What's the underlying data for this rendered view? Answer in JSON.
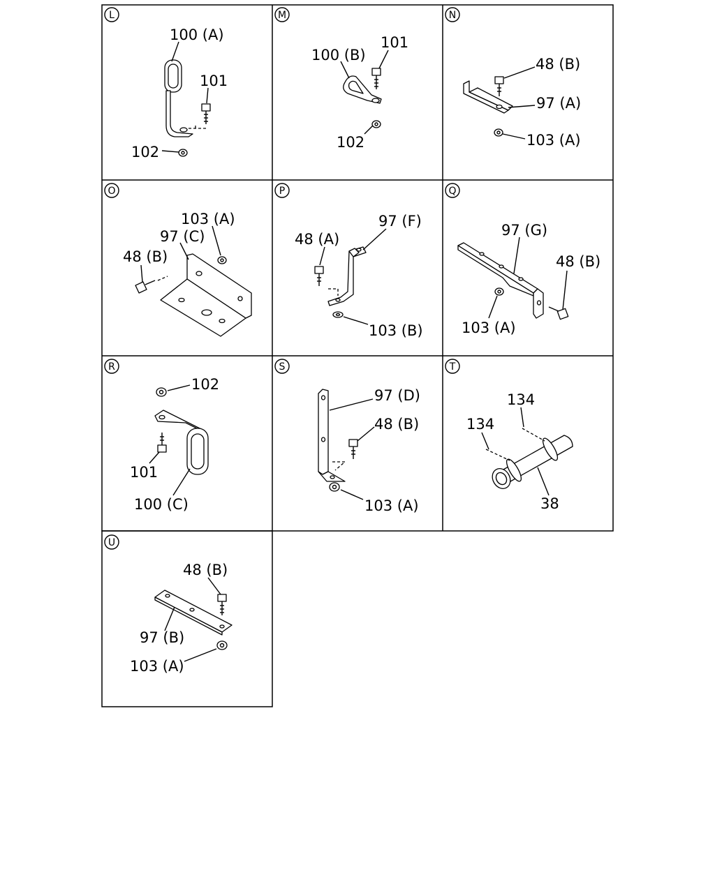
{
  "panels": [
    {
      "letter": "L",
      "labels": [
        "100 (A)",
        "101",
        "102"
      ]
    },
    {
      "letter": "M",
      "labels": [
        "100 (B)",
        "101",
        "102"
      ]
    },
    {
      "letter": "N",
      "labels": [
        "48 (B)",
        "97 (A)",
        "103 (A)"
      ]
    },
    {
      "letter": "O",
      "labels": [
        "103 (A)",
        "97 (C)",
        "48 (B)"
      ]
    },
    {
      "letter": "P",
      "labels": [
        "97 (F)",
        "48 (A)",
        "103 (B)"
      ]
    },
    {
      "letter": "Q",
      "labels": [
        "97 (G)",
        "48 (B)",
        "103 (A)"
      ]
    },
    {
      "letter": "R",
      "labels": [
        "102",
        "101",
        "100 (C)"
      ]
    },
    {
      "letter": "S",
      "labels": [
        "97 (D)",
        "48 (B)",
        "103 (A)"
      ]
    },
    {
      "letter": "T",
      "labels": [
        "134",
        "134",
        "38"
      ]
    },
    {
      "letter": "U",
      "labels": [
        "48 (B)",
        "97 (B)",
        "103 (A)"
      ]
    }
  ]
}
